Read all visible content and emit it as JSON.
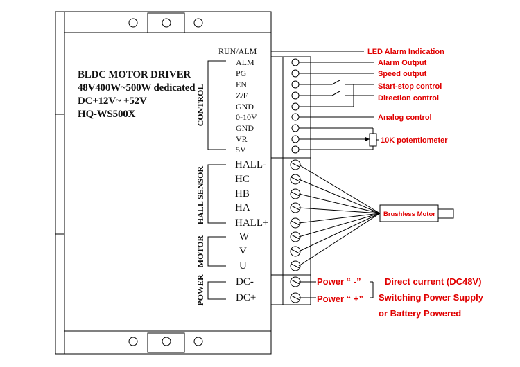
{
  "title_lines": [
    "BLDC MOTOR DRIVER",
    "48V400W~500W dedicated",
    "DC+12V~ +52V",
    "HQ-WS500X"
  ],
  "groups": {
    "control": "CONTROL",
    "hall_sensor": "HALL SENSOR",
    "motor": "MOTOR",
    "power": "POWER"
  },
  "run_alm": "RUN/ALM",
  "pins": {
    "control": [
      "ALM",
      "PG",
      "EN",
      "Z/F",
      "GND",
      "0-10V",
      "GND",
      "VR",
      "5V"
    ],
    "hall": [
      "HALL-",
      "HC",
      "HB",
      "HA",
      "HALL+"
    ],
    "motor": [
      "W",
      "V",
      "U"
    ],
    "power": [
      "DC-",
      "DC+"
    ]
  },
  "annotations": {
    "led_alarm": "LED Alarm Indication",
    "alarm_output": "Alarm Output",
    "speed_output": "Speed output",
    "start_stop": "Start-stop control",
    "direction": "Direction control",
    "analog": "Analog control",
    "potentiometer": "10K potentiometer",
    "motor_box": "Brushless Motor",
    "power_minus": "Power “ -”",
    "power_plus": "Power “ +”",
    "dc_current": "Direct current (DC48V)",
    "switching_supply": "Switching Power Supply",
    "battery": "or Battery Powered"
  },
  "colors": {
    "annotation": "#e00000",
    "lines": "#000000"
  }
}
